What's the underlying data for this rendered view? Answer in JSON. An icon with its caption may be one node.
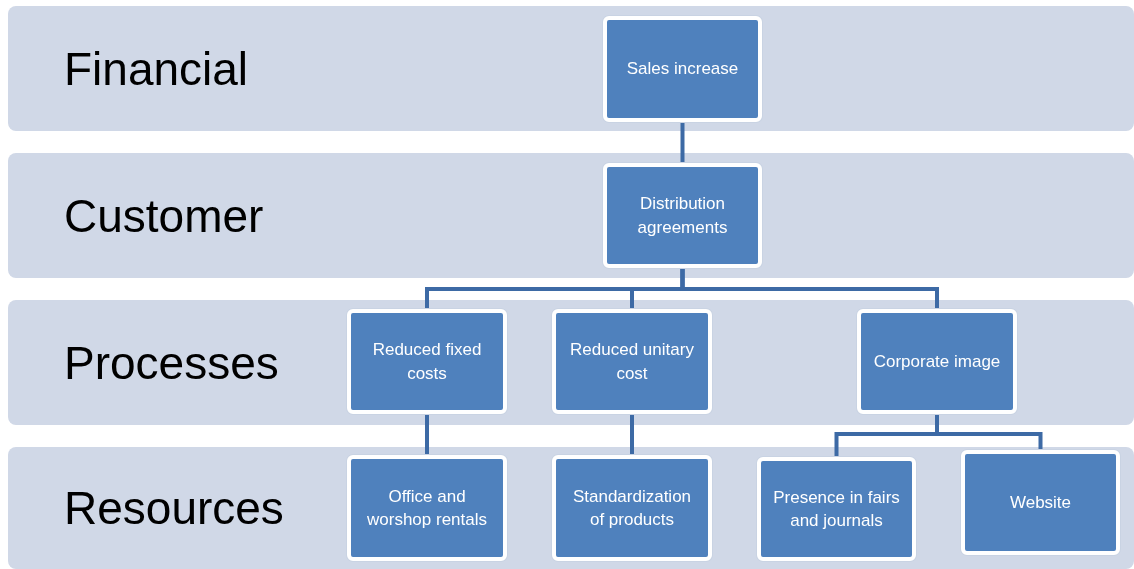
{
  "diagram": {
    "nodes": [
      {
        "text": [
          "Financial"
        ]
      },
      {
        "text": [
          "Customer"
        ]
      },
      {
        "text": [
          "Processes"
        ]
      },
      {
        "text": [
          "Resources"
        ]
      },
      {
        "text": [
          "Sales increase"
        ],
        "in": 0
      },
      {
        "text": [
          "Distribution agreements"
        ],
        "in": 1
      },
      {
        "text": [
          "Reduced fixed costs"
        ],
        "in": 2
      },
      {
        "text": [
          "Reduced unitary cost"
        ],
        "in": 2
      },
      {
        "text": [
          "Corporate image"
        ],
        "in": 2
      },
      {
        "text": [
          "Office and worshop rentals"
        ],
        "in": 3
      },
      {
        "text": [
          "Standardization of products"
        ],
        "in": 3
      },
      {
        "text": [
          "Presence in fairs and journals"
        ],
        "in": 3
      },
      {
        "text": [
          "Website"
        ],
        "in": 3
      }
    ],
    "edges": [
      {
        "from": 4,
        "to": 5,
        "arrow": "none"
      },
      {
        "from": 5,
        "to": 6,
        "arrow": "none"
      },
      {
        "from": 5,
        "to": 7,
        "arrow": "none"
      },
      {
        "from": 5,
        "to": 8,
        "arrow": "none"
      },
      {
        "from": 6,
        "to": 9,
        "arrow": "none"
      },
      {
        "from": 7,
        "to": 10,
        "arrow": "none"
      },
      {
        "from": 8,
        "to": 11,
        "arrow": "none"
      },
      {
        "from": 8,
        "to": 12,
        "arrow": "none"
      }
    ]
  }
}
